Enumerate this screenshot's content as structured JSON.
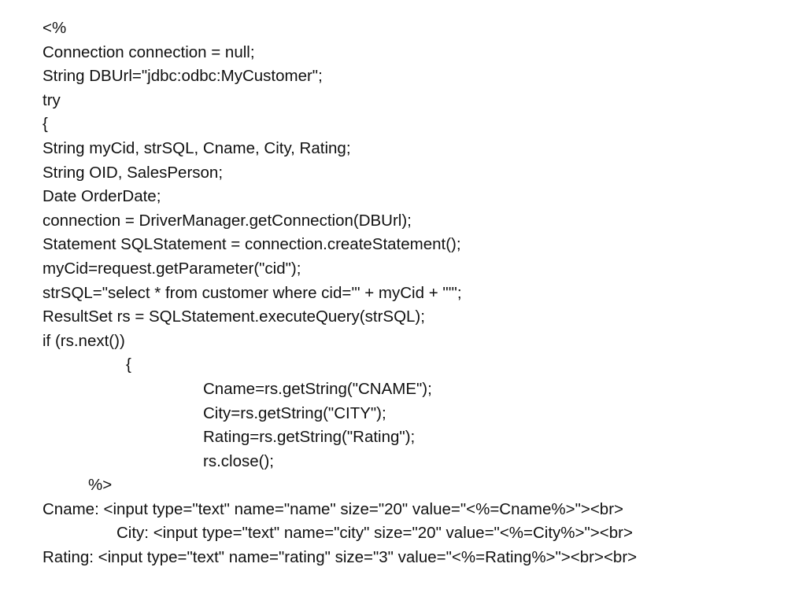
{
  "code": {
    "lines": [
      "<%",
      "Connection connection = null;",
      "String DBUrl=\"jdbc:odbc:MyCustomer\";",
      "try",
      "{",
      "String myCid, strSQL, Cname, City, Rating;",
      "String OID, SalesPerson;",
      "Date OrderDate;",
      "connection = DriverManager.getConnection(DBUrl);",
      "Statement SQLStatement = connection.createStatement();",
      "myCid=request.getParameter(\"cid\");",
      "strSQL=\"select * from customer where cid='\" + myCid + \"'\";",
      "ResultSet rs = SQLStatement.executeQuery(strSQL);",
      "if (rs.next())",
      "{",
      "Cname=rs.getString(\"CNAME\");",
      "City=rs.getString(\"CITY\");",
      "Rating=rs.getString(\"Rating\");",
      "rs.close();",
      "%>",
      "Cname: <input type=\"text\" name=\"name\" size=\"20\" value=\"<%=Cname%>\"><br>",
      "City: <input type=\"text\" name=\"city\" size=\"20\" value=\"<%=City%>\"><br>",
      "Rating: <input type=\"text\" name=\"rating\" size=\"3\" value=\"<%=Rating%>\"><br><br>"
    ]
  }
}
